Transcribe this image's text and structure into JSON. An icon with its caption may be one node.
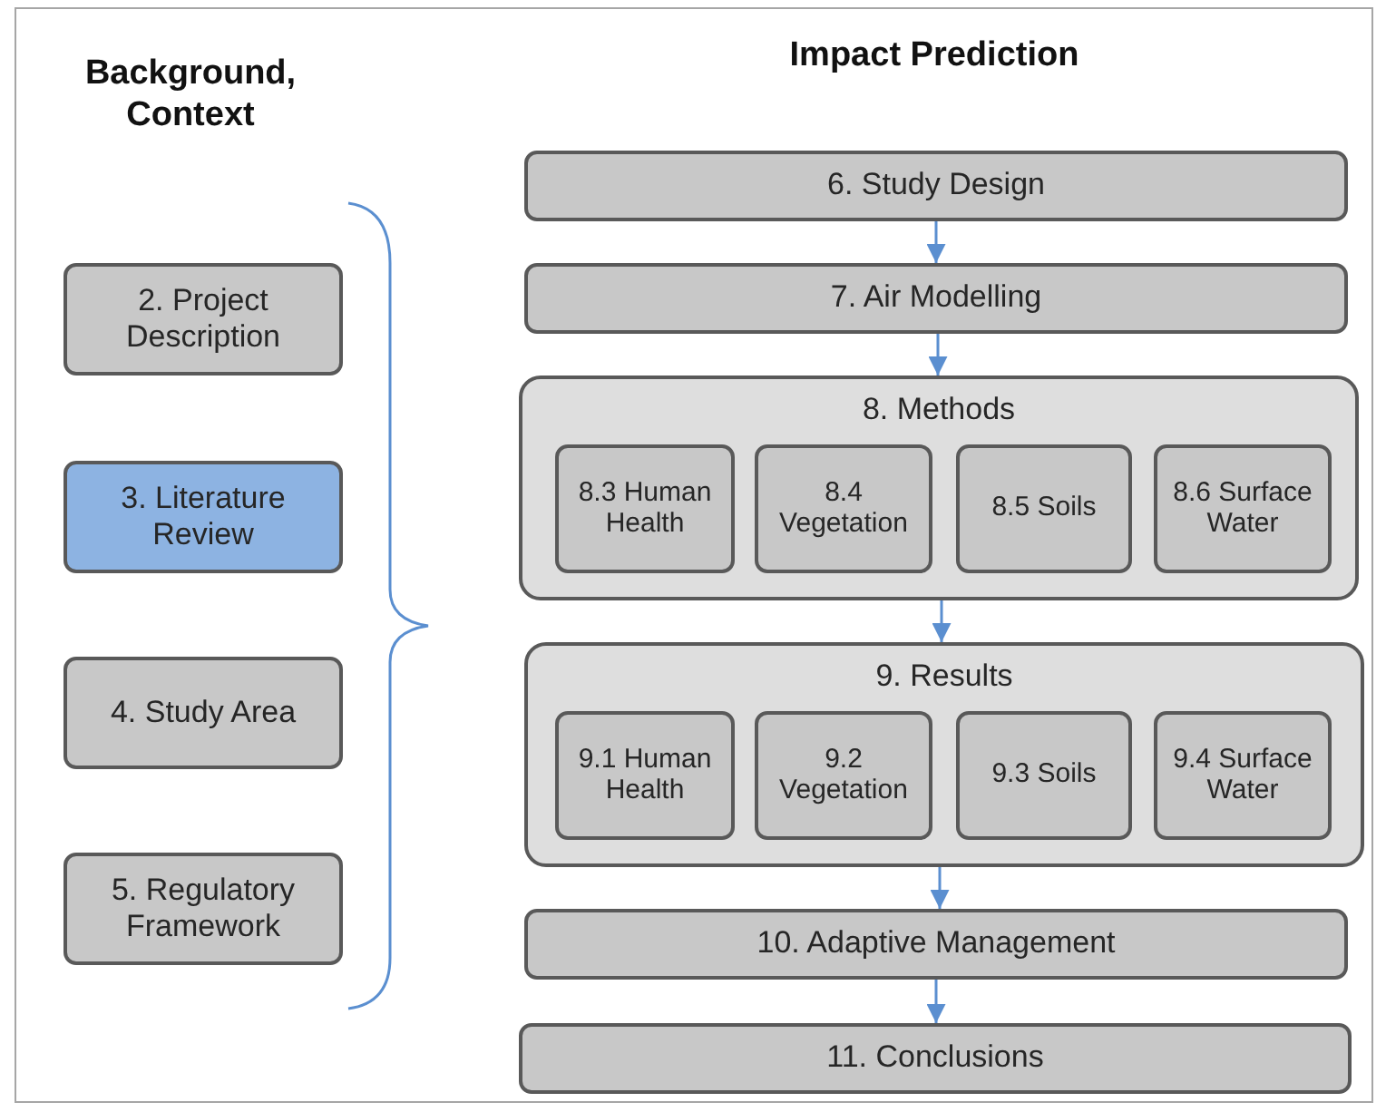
{
  "diagram": {
    "nodes": [
      {
        "text": [
          "2. Project Description"
        ]
      },
      {
        "text": [
          "3. Literature Review"
        ]
      },
      {
        "text": [
          "4. Study Area"
        ]
      },
      {
        "text": [
          "5. Regulatory Framework"
        ]
      },
      {
        "text": [
          "6. Study Design"
        ]
      },
      {
        "text": [
          "7. Air Modelling"
        ]
      },
      {
        "text": [
          "8. Methods"
        ]
      },
      {
        "text": [
          "8.3 Human Health"
        ],
        "in": 6
      },
      {
        "text": [
          "8.4 Vegetation"
        ],
        "in": 6
      },
      {
        "text": [
          "8.5 Soils"
        ],
        "in": 6
      },
      {
        "text": [
          "8.6 Surface Water"
        ],
        "in": 6
      },
      {
        "text": [
          "9. Results"
        ]
      },
      {
        "text": [
          "9.1 Human Health"
        ],
        "in": 11
      },
      {
        "text": [
          "9.2 Vegetation"
        ],
        "in": 11
      },
      {
        "text": [
          "9.3 Soils"
        ],
        "in": 11
      },
      {
        "text": [
          "9.4 Surface Water"
        ],
        "in": 11
      },
      {
        "text": [
          "10. Adaptive Management"
        ]
      },
      {
        "text": [
          "11. Conclusions"
        ]
      }
    ],
    "edges": [
      {
        "from": 4,
        "to": 5,
        "arrow": "to"
      },
      {
        "from": 5,
        "to": 6,
        "arrow": "to"
      },
      {
        "from": 6,
        "to": 11,
        "arrow": "to"
      },
      {
        "from": 11,
        "to": 16,
        "arrow": "to"
      },
      {
        "from": 16,
        "to": 17,
        "arrow": "to"
      }
    ],
    "labels": [
      "Background, Context",
      "Impact Prediction"
    ]
  }
}
